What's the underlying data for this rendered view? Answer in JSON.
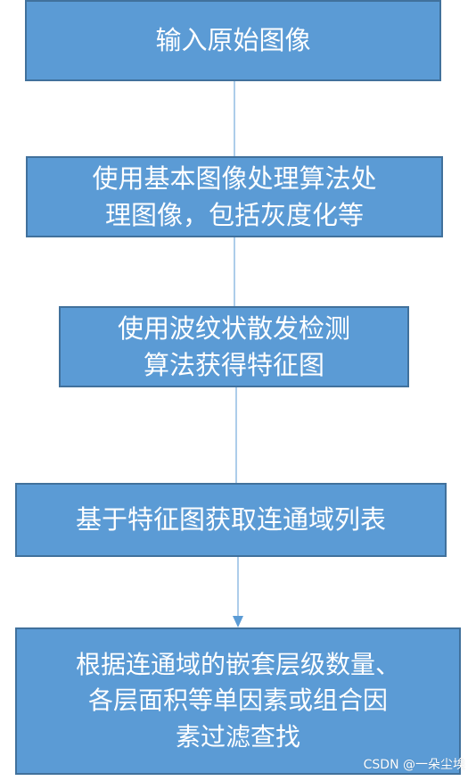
{
  "steps": [
    "输入原始图像",
    "使用基本图像处理算法处\n理图像，包括灰度化等",
    "使用波纹状散发检测\n算法获得特征图",
    "基于特征图获取连通域列表",
    "根据连通域的嵌套层级数量、\n各层面积等单因素或组合因\n素过滤查找"
  ],
  "watermark": "CSDN @一朵尘埃",
  "colors": {
    "box_fill": "#5b9bd5",
    "box_border": "#41719c",
    "connector": "#5b9bd5"
  }
}
